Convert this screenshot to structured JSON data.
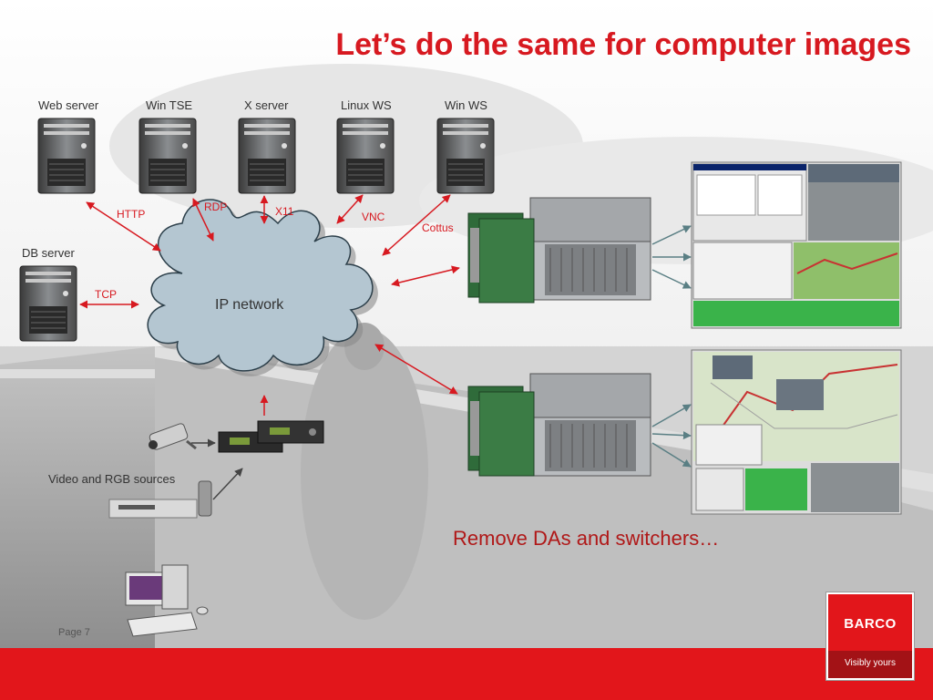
{
  "title": "Let’s do the same for computer images",
  "servers": [
    {
      "label": "Web server"
    },
    {
      "label": "Win TSE"
    },
    {
      "label": "X server"
    },
    {
      "label": "Linux WS"
    },
    {
      "label": "Win WS"
    }
  ],
  "db_server": {
    "label": "DB server"
  },
  "protocols": {
    "http": "HTTP",
    "rdp": "RDP",
    "x11": "X11",
    "vnc": "VNC",
    "cottus": "Cottus",
    "tcp": "TCP"
  },
  "cloud": {
    "label": "IP network"
  },
  "sources_label": "Video and RGB sources",
  "remove_text": "Remove DAs and switchers…",
  "page_label": "Page 7",
  "brand": {
    "name": "BARCO",
    "tagline": "Visibly yours"
  },
  "colors": {
    "accent": "#d71920",
    "footer": "#e2161b",
    "cloud": "#b4c6d1"
  }
}
